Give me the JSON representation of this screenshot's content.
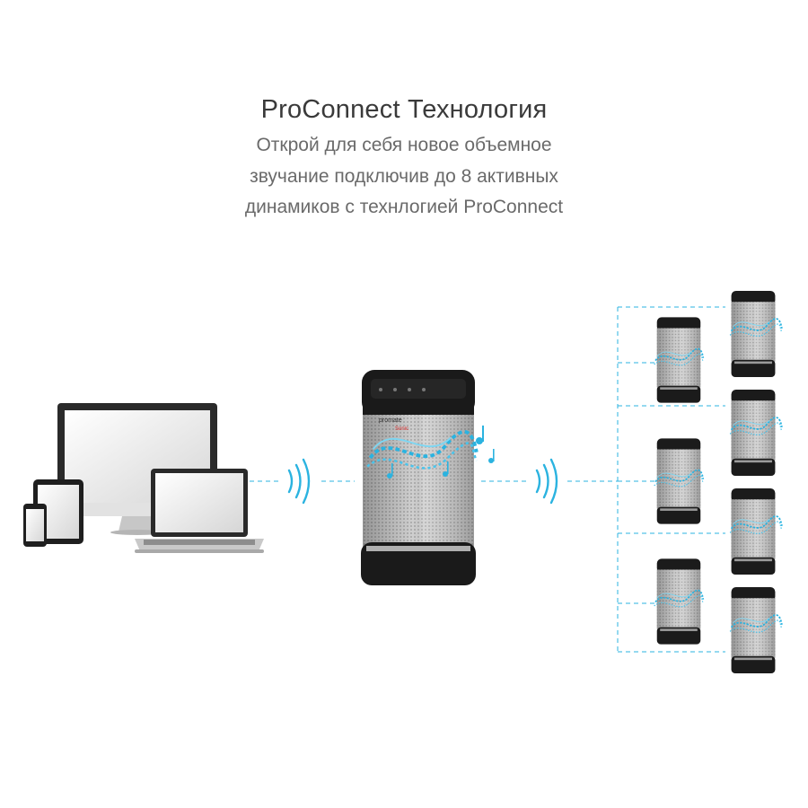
{
  "heading": {
    "title": "ProConnect Технология",
    "description_lines": [
      "Открой для себя новое объемное",
      "звучание подключив до 8 активных",
      "динамиков с технлогией ProConnect"
    ]
  },
  "main_speaker": {
    "brand": "promate",
    "model_label": "Sonic"
  },
  "colors": {
    "accent": "#2bb3e0",
    "speaker_body": "#c9c9c9",
    "speaker_cap": "#1a1a1a",
    "text_title": "#3a3a3a",
    "text_sub": "#6a6a6a"
  }
}
